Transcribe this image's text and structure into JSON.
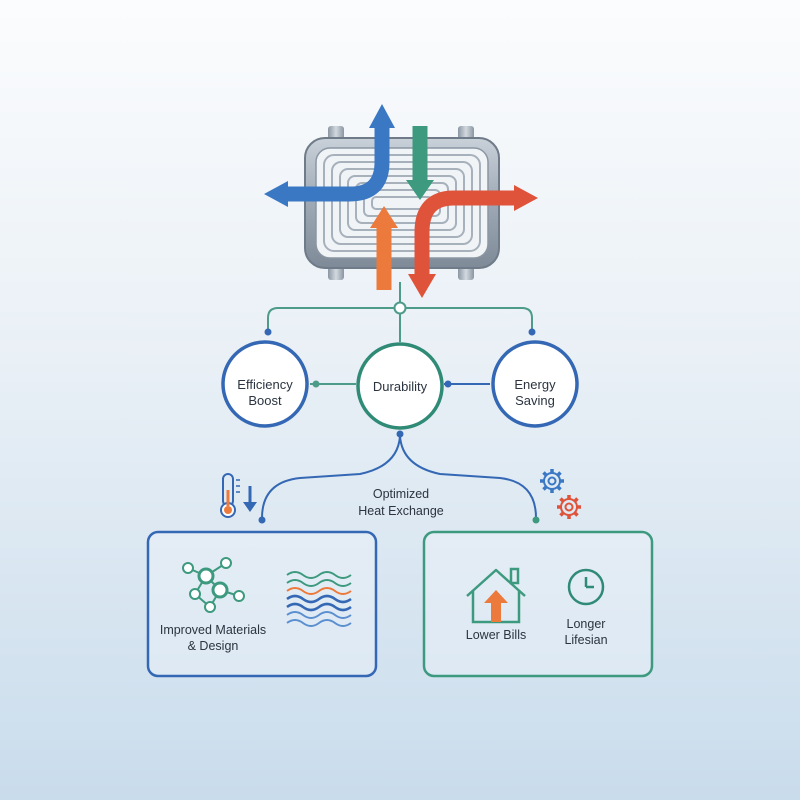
{
  "nodes": {
    "efficiency": {
      "line1": "Efficiency",
      "line2": "Boost"
    },
    "durability": {
      "label": "Durability"
    },
    "energy": {
      "line1": "Energy",
      "line2": "Saving"
    }
  },
  "branch_label": {
    "line1": "Optimized",
    "line2": "Heat Exchange"
  },
  "left_panel": {
    "line1": "Improved Materials",
    "line2": "& Design"
  },
  "right_panel": {
    "lower_bills": "Lower Bills",
    "lifespan_line1": "Longer",
    "lifespan_line2": "Lifesian"
  },
  "icons": {
    "heat_exchanger": "heat-exchanger-icon",
    "thermometer": "thermometer-down-icon",
    "gears": "gears-icon",
    "network": "molecule-network-icon",
    "waves": "layered-waves-icon",
    "house": "house-arrow-icon",
    "clock": "clock-icon"
  },
  "colors": {
    "blue": "#3a78c4",
    "green": "#3d9a7e",
    "orange": "#ec7a3c",
    "red": "#e0533b",
    "node_blue": "#3468b4",
    "node_green": "#2f8a76",
    "connector": "#4d9c8a"
  }
}
